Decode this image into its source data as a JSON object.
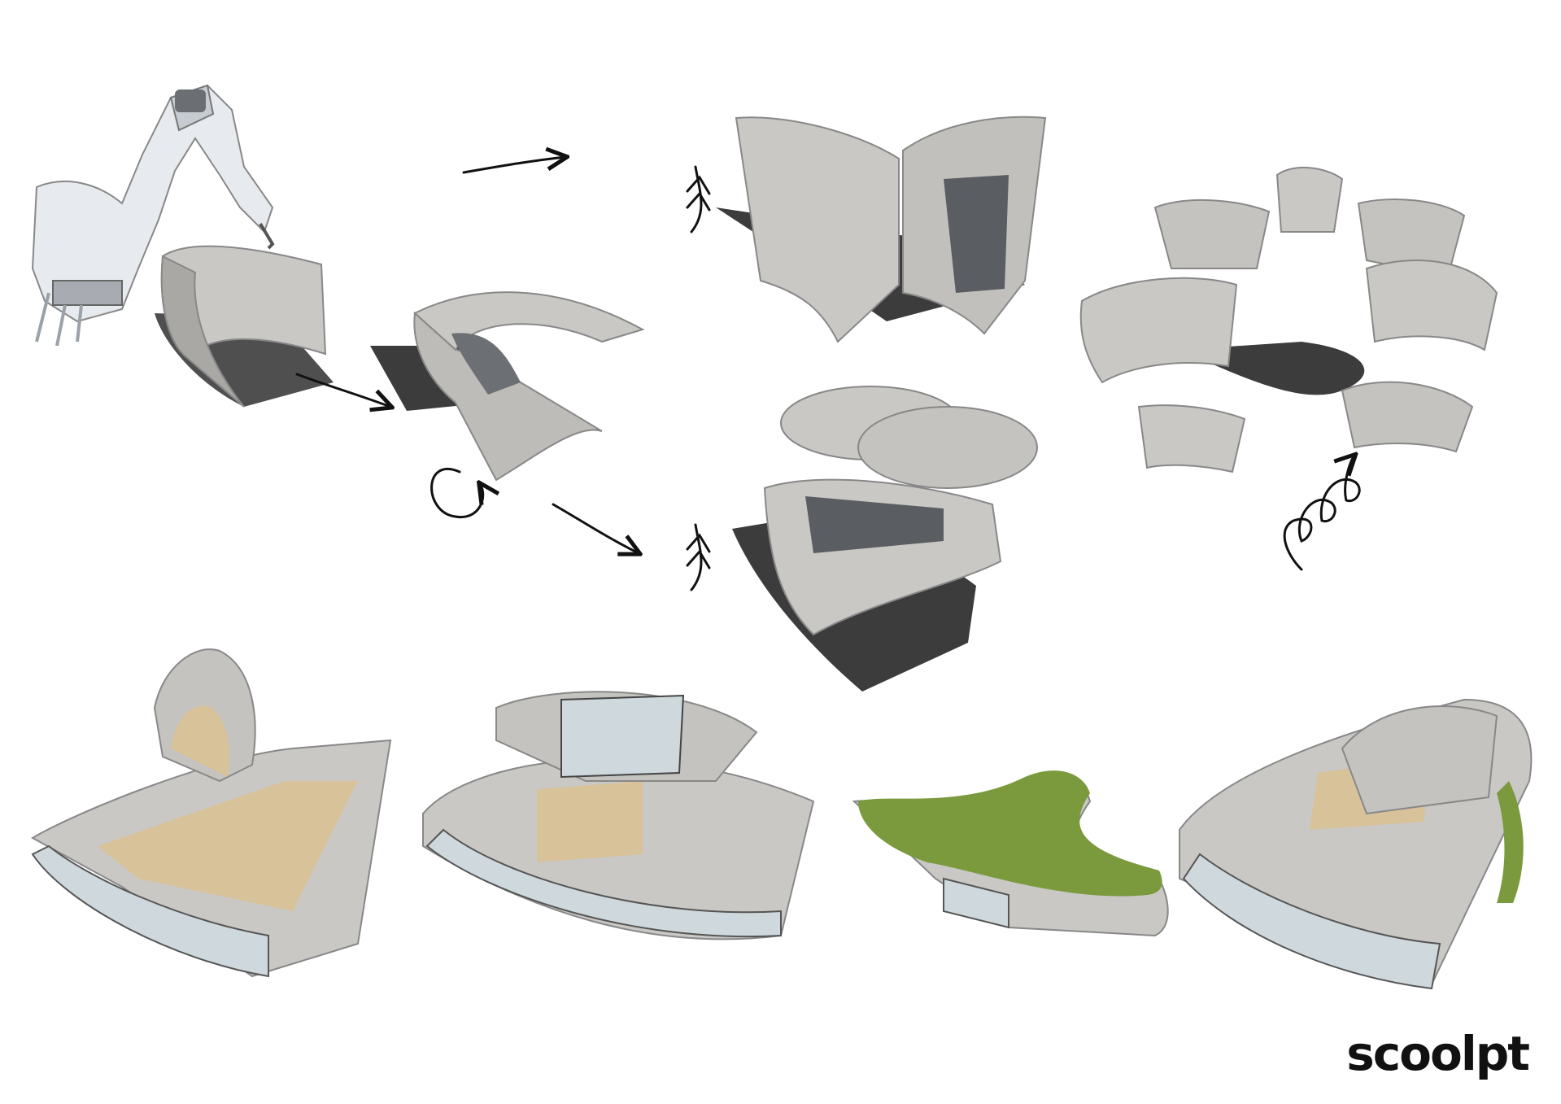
{
  "brand": {
    "logo_text": "scoolpt"
  },
  "colors": {
    "concrete": "#c9c8c5",
    "concrete_dark": "#a9a8a4",
    "concrete_inner": "#8e8d89",
    "shadow": "#3c3c3c",
    "wood": "#d8c29a",
    "glass": "#cfd8dc",
    "grass": "#7b9a3d",
    "robot": "#e6e9ec"
  },
  "steps": {
    "start": "robot-arm-printer",
    "module": "curved-wall-module",
    "arrangements": [
      "folded-arch",
      "double-curve-walls",
      "interlocking-loops",
      "flower-cluster"
    ],
    "buildings": [
      "arch-pavilion",
      "glass-roof-pavilion",
      "green-roof-pavilion",
      "curved-roof-house"
    ]
  }
}
